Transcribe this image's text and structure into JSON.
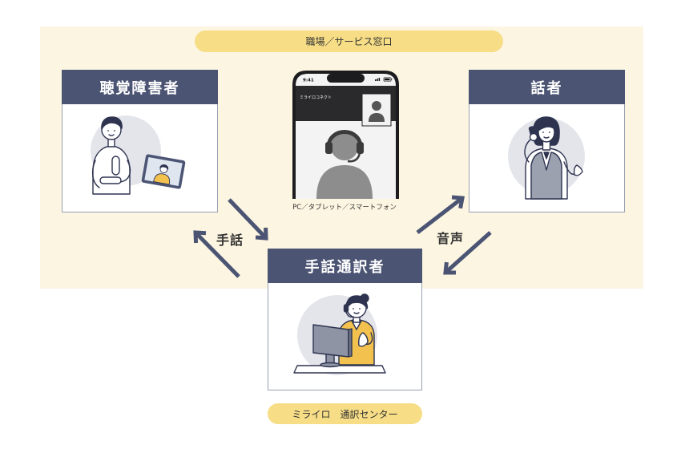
{
  "workplace": {
    "label": "職場／サービス窓口"
  },
  "deaf_user": {
    "title": "聴覚障害者"
  },
  "speaker": {
    "title": "話者"
  },
  "interpreter": {
    "title": "手話通訳者"
  },
  "device": {
    "status_time": "9:41",
    "app_name": "ミライロコネクト",
    "caption": "PC／タブレット／スマートフォン"
  },
  "flows": {
    "sign_language": "手話",
    "voice": "音声"
  },
  "center": {
    "label": "ミライロ　通訳センター"
  },
  "colors": {
    "card_header": "#4b5473",
    "pill": "#f6dd86",
    "area_background": "#fcf5e1",
    "arrow": "#4b5473"
  }
}
